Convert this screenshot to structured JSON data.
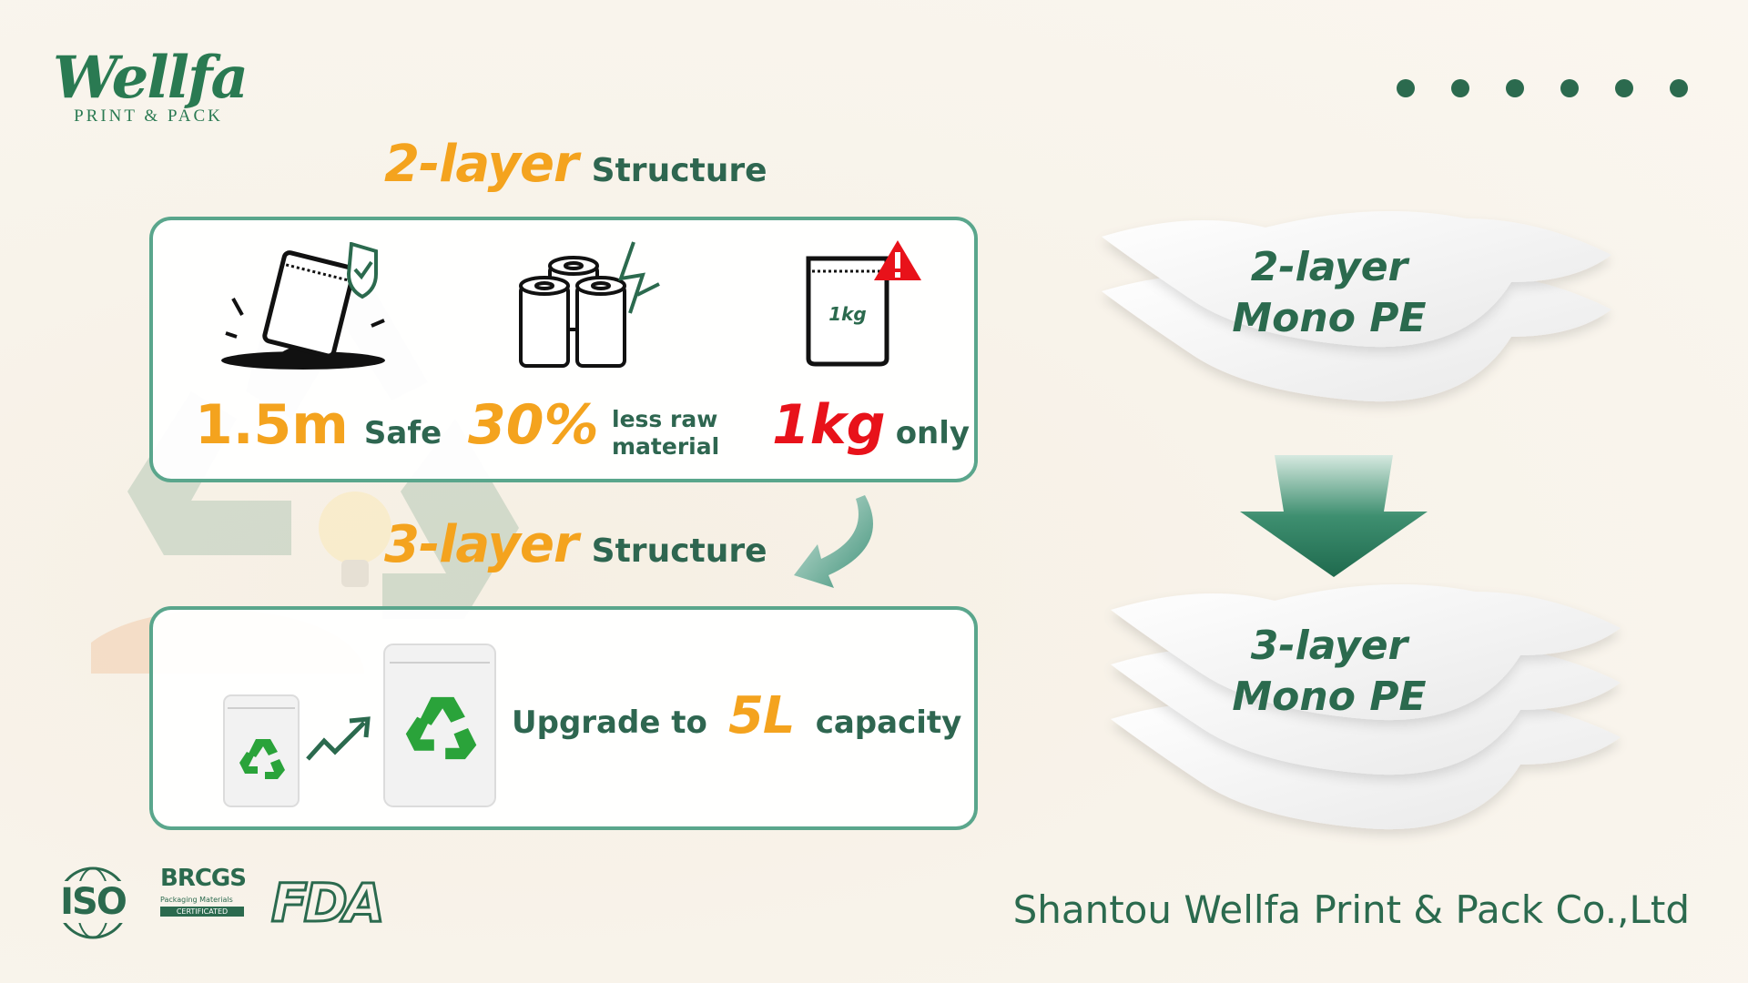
{
  "brand": {
    "name": "Wellfa",
    "tagline": "PRINT & PACK"
  },
  "pagination": {
    "dot_count": 6
  },
  "two_layer_section": {
    "heading_big": "2-layer",
    "heading_small": "Structure",
    "features": [
      {
        "value": "1.5m",
        "label": "Safe",
        "icon": "drop-test-bag-icon"
      },
      {
        "value": "30%",
        "label_line1": "less raw",
        "label_line2": "material",
        "icon": "material-rolls-icon"
      },
      {
        "value": "1kg",
        "label": "only",
        "icon": "warning-bag-icon",
        "bag_text": "1kg"
      }
    ]
  },
  "three_layer_section": {
    "heading_big": "3-layer",
    "heading_small": "Structure",
    "upgrade_label": "Upgrade to",
    "upgrade_value": "5L",
    "upgrade_suffix": "capacity"
  },
  "diagram": {
    "top_label_line1": "2-layer",
    "top_label_line2": "Mono PE",
    "bottom_label_line1": "3-layer",
    "bottom_label_line2": "Mono PE"
  },
  "certifications": [
    "ISO",
    "BRCGS",
    "FDA"
  ],
  "brcgs_sub1": "Packaging Materials",
  "brcgs_sub2": "CERTIFICATED",
  "company": "Shantou Wellfa Print & Pack Co.,Ltd",
  "colors": {
    "accent_orange": "#f4a31e",
    "brand_green": "#2b6a4e",
    "panel_border": "#5aa68c",
    "alert_red": "#e8121a"
  }
}
